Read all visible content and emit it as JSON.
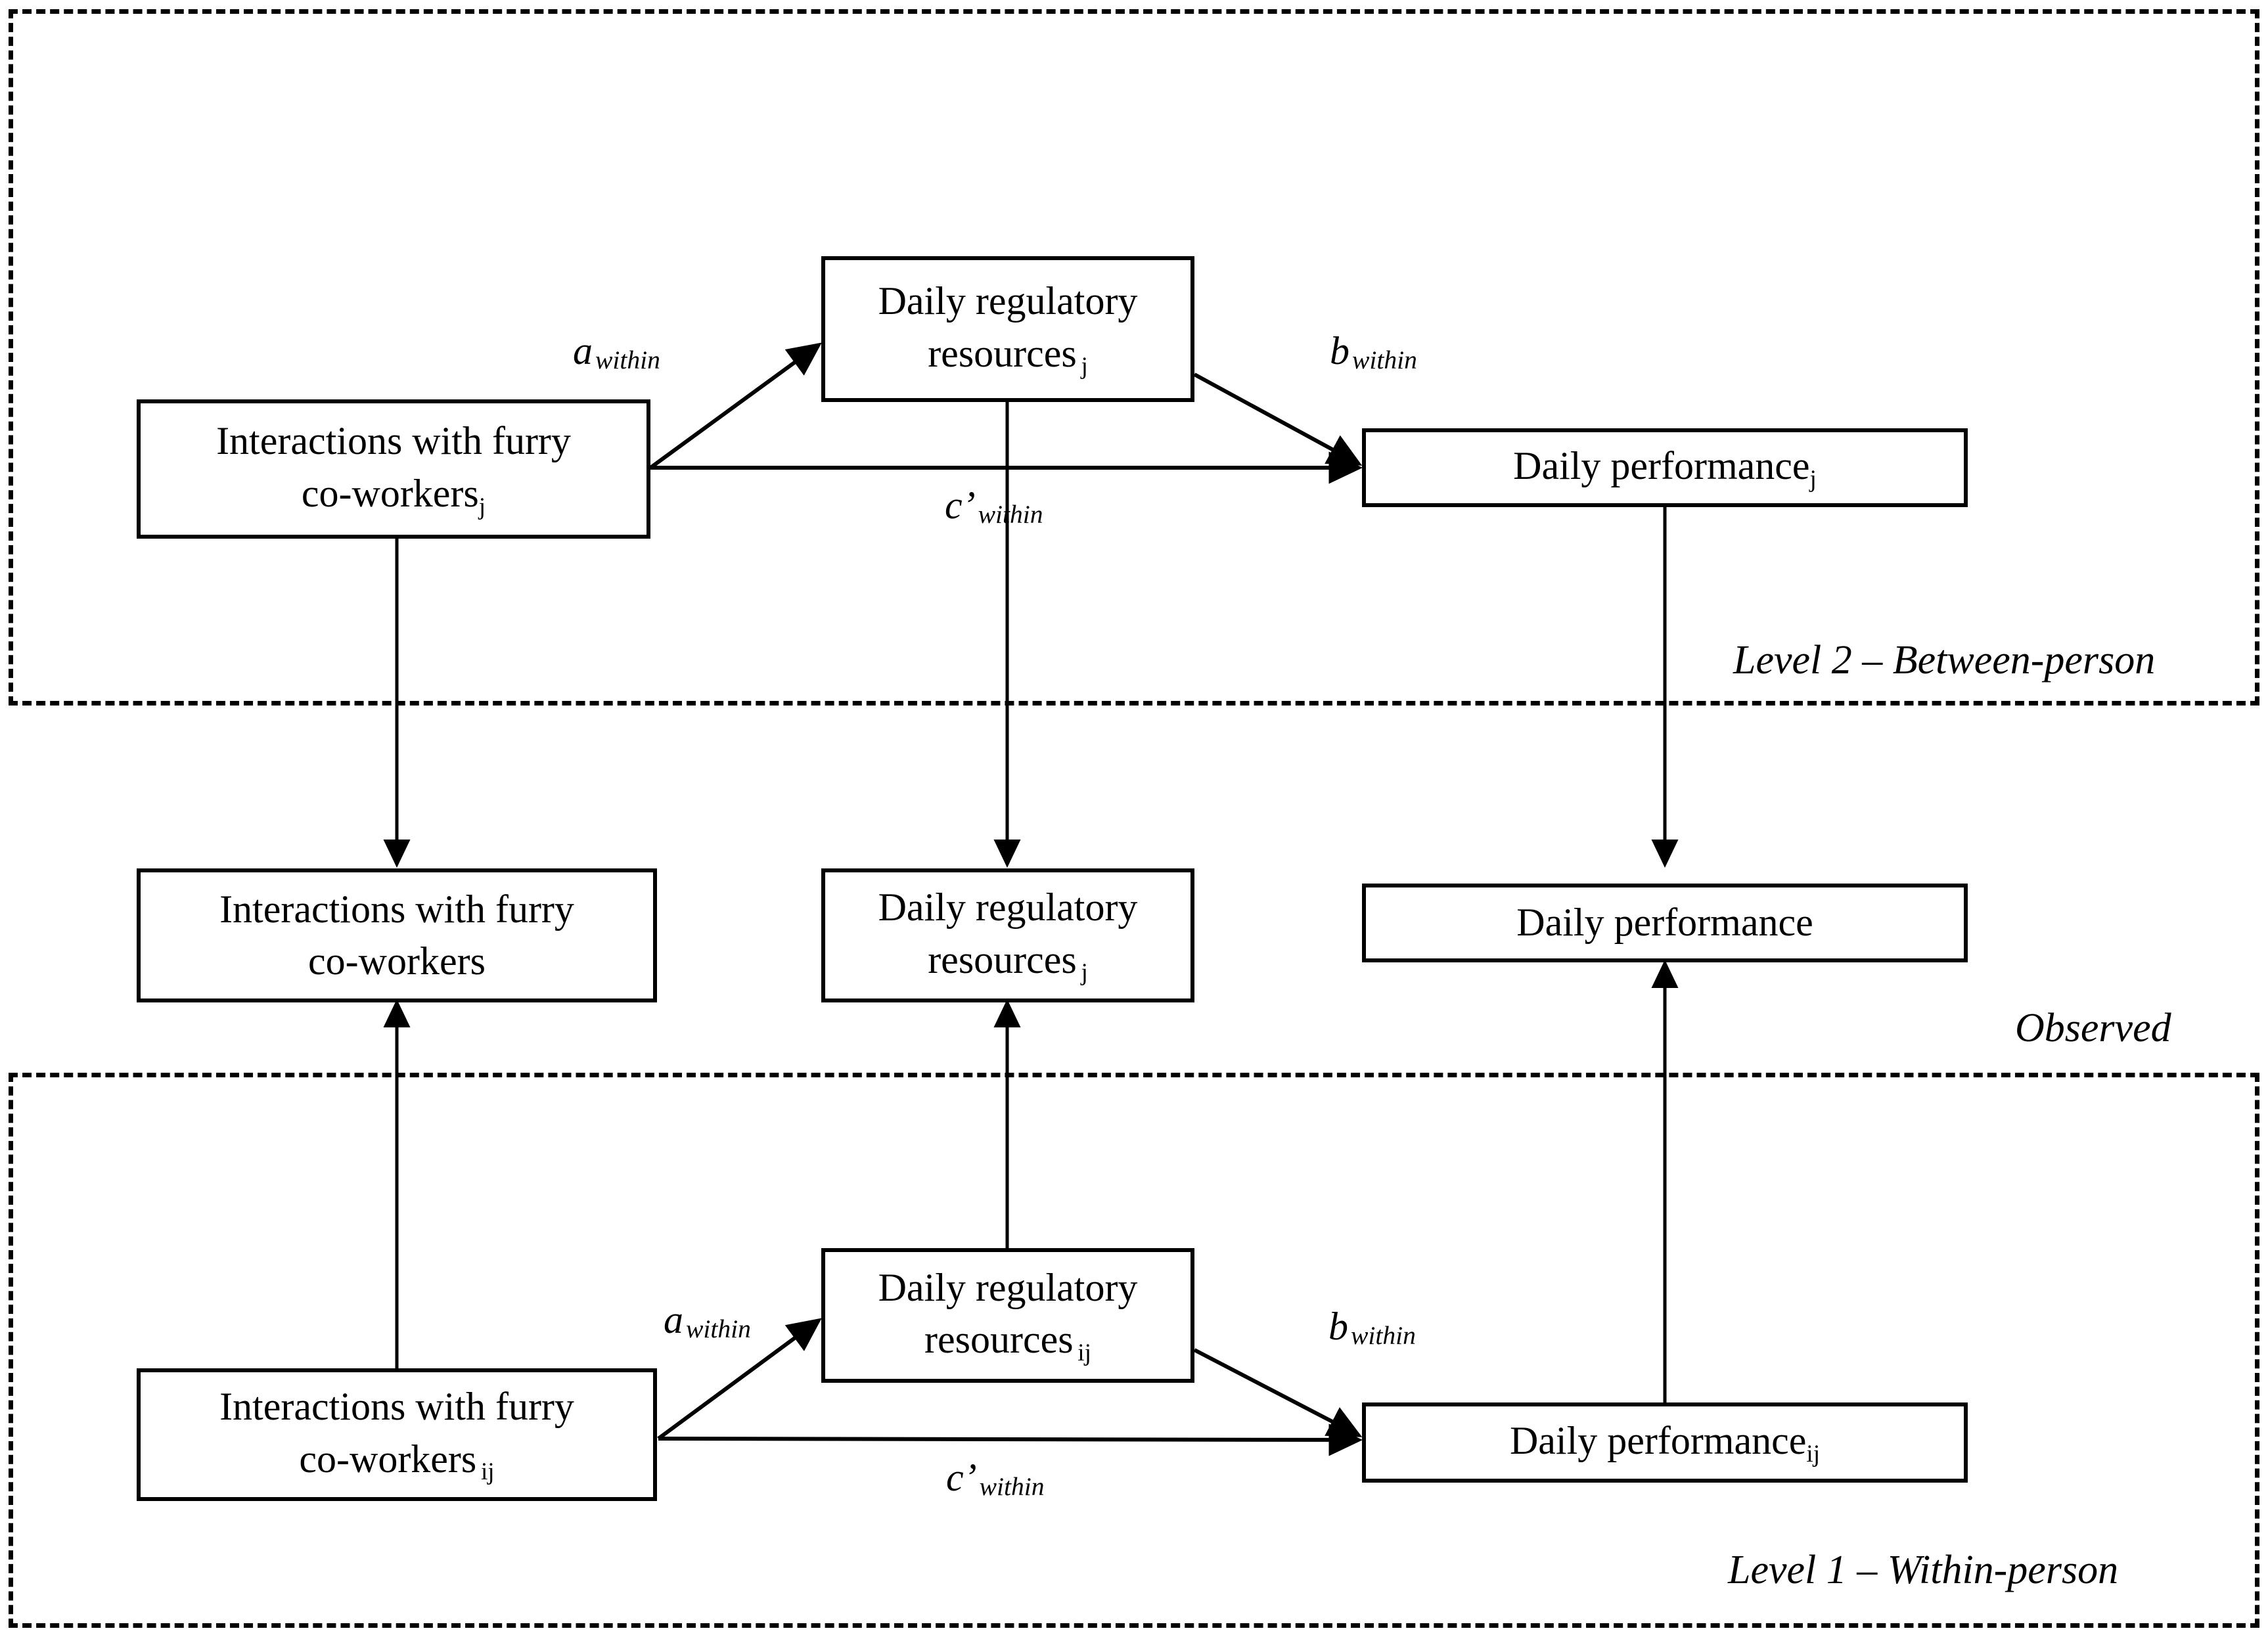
{
  "diagram": {
    "title": "Multilevel mediation model: interactions with furry co-workers, daily regulatory resources and daily performance",
    "type": "path-diagram",
    "background_color": "#ffffff",
    "line_color": "#000000"
  },
  "panels": [
    {
      "id": "level2",
      "label": "Level 2 – Between-person",
      "border_style": "dashed"
    },
    {
      "id": "level1",
      "label": "Level 1 – Within-person",
      "border_style": "dashed"
    }
  ],
  "middle_band": {
    "label": "Observed"
  },
  "nodes": {
    "l2_predictor": {
      "line1": "Interactions with furry",
      "line2": "co-workers",
      "subscript": "j"
    },
    "l2_mediator": {
      "line1": "Daily regulatory",
      "line2": "resources",
      "subscript": "j"
    },
    "l2_outcome": {
      "line1": "Daily performance",
      "subscript": "j"
    },
    "obs_predictor": {
      "line1": "Interactions with furry",
      "line2": "co-workers",
      "subscript": ""
    },
    "obs_mediator": {
      "line1": "Daily regulatory",
      "line2": "resources",
      "subscript": "j"
    },
    "obs_outcome": {
      "line1": "Daily performance",
      "subscript": ""
    },
    "l1_predictor": {
      "line1": "Interactions with furry",
      "line2": "co-workers",
      "subscript": "ij"
    },
    "l1_mediator": {
      "line1": "Daily regulatory",
      "line2": "resources",
      "subscript": "ij"
    },
    "l1_outcome": {
      "line1": "Daily performance",
      "subscript": "ij"
    }
  },
  "path_labels": {
    "l2_a": {
      "symbol": "a",
      "subscript": "within"
    },
    "l2_b": {
      "symbol": "b",
      "subscript": "within"
    },
    "l2_c": {
      "symbol": "c’",
      "subscript": "within"
    },
    "l1_a": {
      "symbol": "a",
      "subscript": "within"
    },
    "l1_b": {
      "symbol": "b",
      "subscript": "within"
    },
    "l1_c": {
      "symbol": "c’",
      "subscript": "within"
    }
  }
}
